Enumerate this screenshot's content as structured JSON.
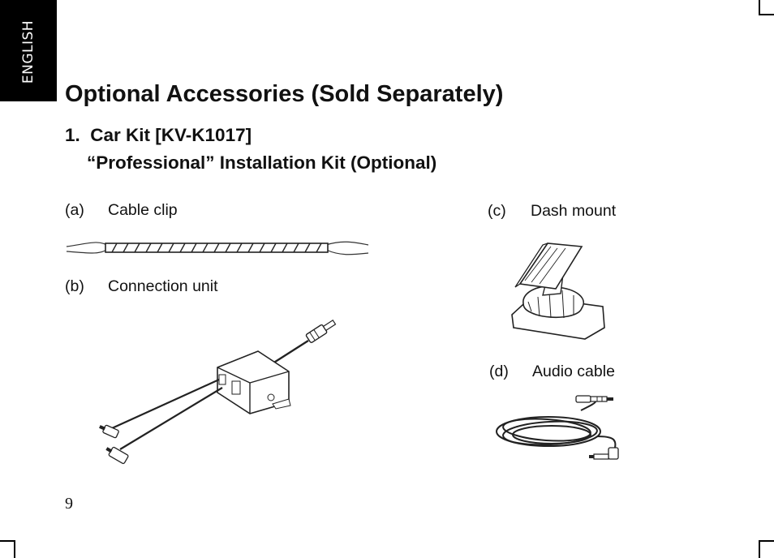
{
  "side_tab": {
    "label": "ENGLISH",
    "color": "#000000"
  },
  "title": "Optional Accessories (Sold Separately)",
  "section": {
    "number": "1.",
    "name": "Car Kit [KV-K1017]",
    "subtitle": "“Professional” Installation Kit (Optional)"
  },
  "items": [
    {
      "letter": "(a)",
      "label": "Cable clip",
      "icon": "cable-clip-illustration"
    },
    {
      "letter": "(b)",
      "label": "Connection unit",
      "icon": "connection-unit-illustration"
    },
    {
      "letter": "(c)",
      "label": "Dash mount",
      "icon": "dash-mount-illustration"
    },
    {
      "letter": "(d)",
      "label": "Audio cable",
      "icon": "audio-cable-illustration"
    }
  ],
  "page_number": "9"
}
